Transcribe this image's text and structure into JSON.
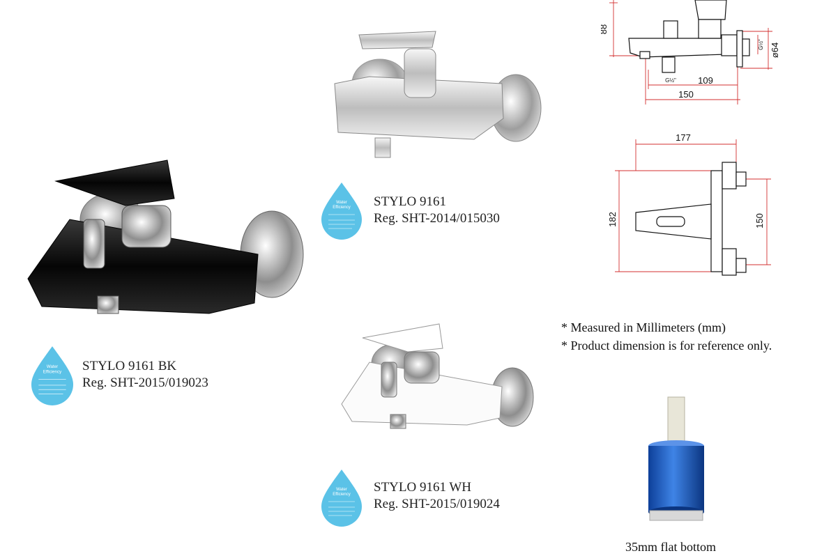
{
  "products": [
    {
      "id": "9161",
      "name": "STYLO 9161",
      "reg": "Reg. SHT-2014/015030",
      "finish": "chrome"
    },
    {
      "id": "9161bk",
      "name": "STYLO 9161 BK",
      "reg": "Reg. SHT-2015/019023",
      "finish": "black"
    },
    {
      "id": "9161wh",
      "name": "STYLO 9161 WH",
      "reg": "Reg. SHT-2015/019024",
      "finish": "white"
    }
  ],
  "badge": {
    "title_line1": "Water",
    "title_line2": "Efficiency",
    "color": "#5bc2e7"
  },
  "dimensions": {
    "side_view": {
      "height": "88",
      "diameter": "ø64",
      "thread_top": "G½\"",
      "thread_bottom": "G½\"",
      "inner": "109",
      "overall": "150"
    },
    "top_view": {
      "width": "177",
      "depth": "182",
      "centers": "150"
    }
  },
  "notes": [
    "* Measured in Millimeters (mm)",
    "* Product dimension is for reference only."
  ],
  "cartridge": {
    "caption": "35mm flat bottom",
    "color": "#1f5fc4"
  },
  "colors": {
    "dimension_line": "#d32f2f",
    "drawing": "#111111"
  }
}
